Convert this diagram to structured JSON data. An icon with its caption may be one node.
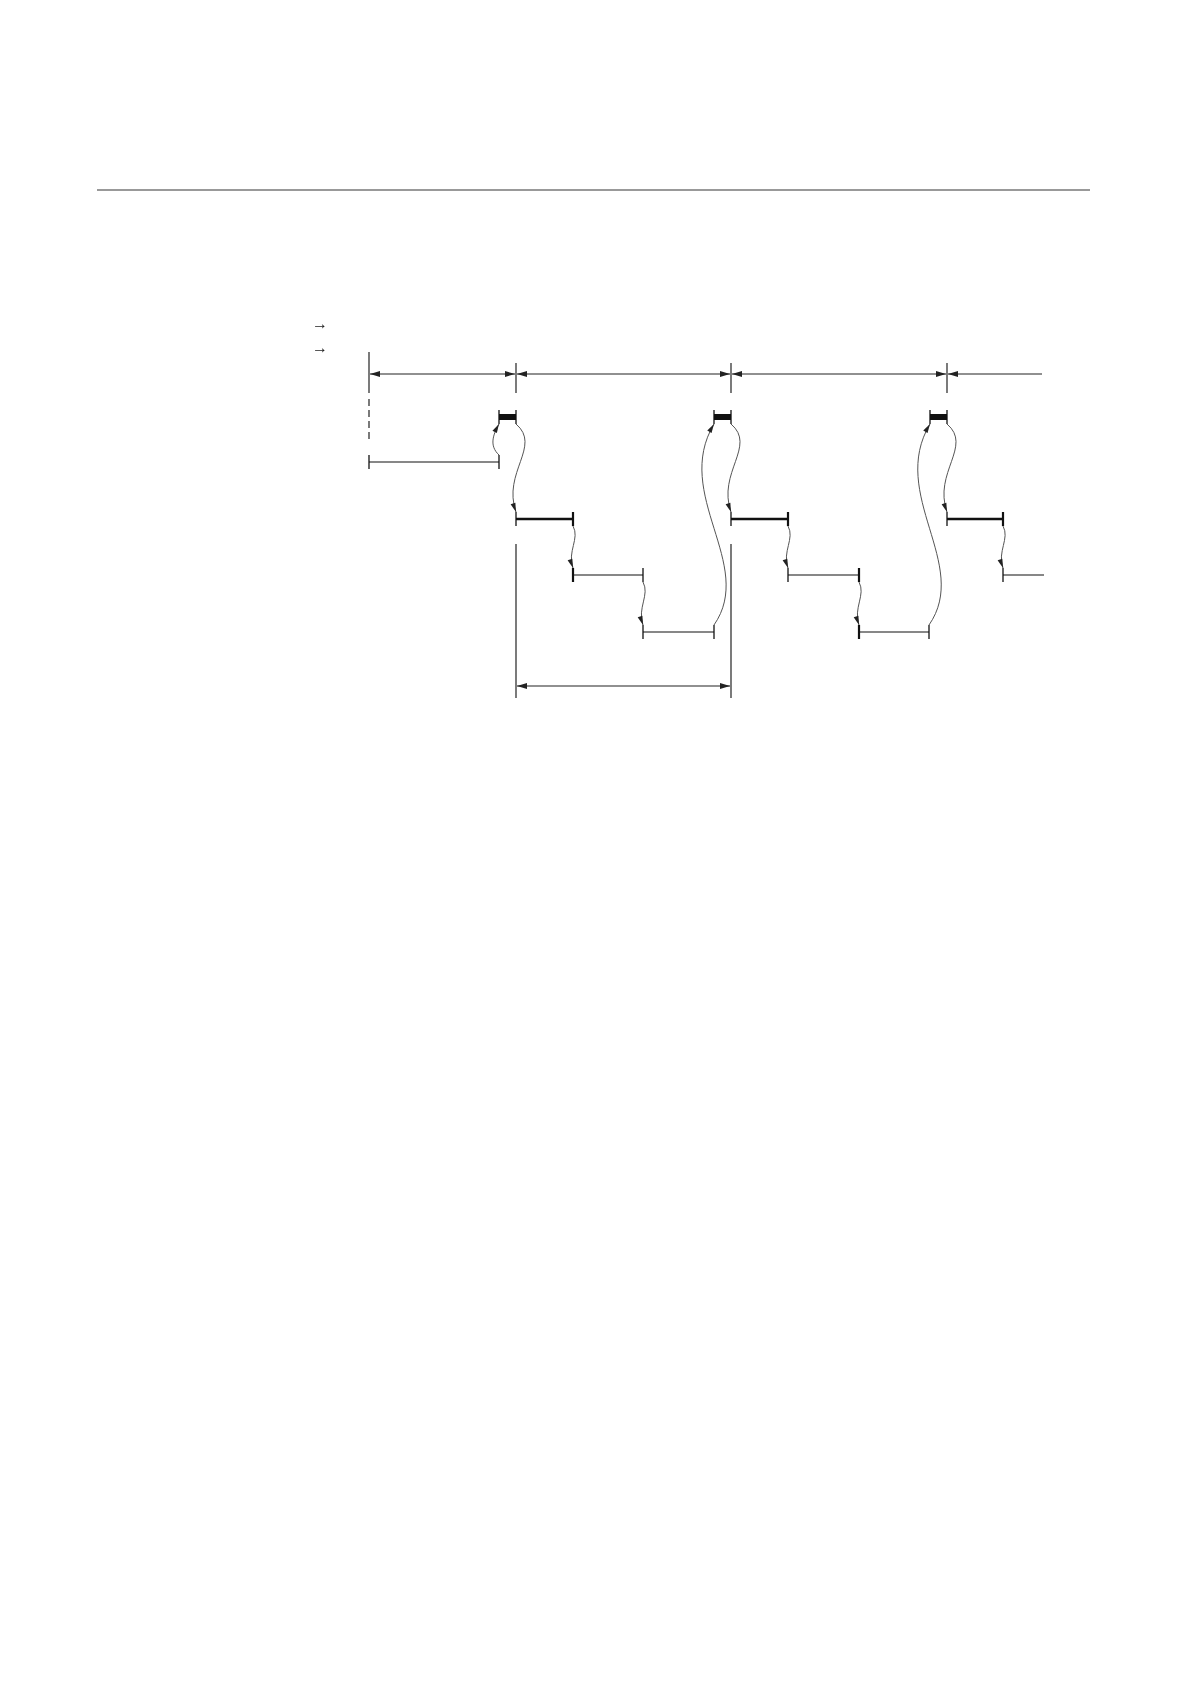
{
  "diagram": {
    "nodes": [
      {
        "text": [],
        "shape": "bar"
      },
      {
        "text": [],
        "shape": "bar"
      },
      {
        "text": [],
        "shape": "bar"
      },
      {
        "text": [],
        "shape": "bar"
      },
      {
        "text": [],
        "shape": "bar"
      },
      {
        "text": [],
        "shape": "bar"
      },
      {
        "text": [],
        "shape": "bar"
      },
      {
        "text": [],
        "shape": "bar"
      },
      {
        "text": [],
        "shape": "bar"
      },
      {
        "text": [],
        "shape": "bar"
      },
      {
        "text": [],
        "shape": "bar"
      },
      {
        "text": [],
        "shape": "bar"
      }
    ],
    "edges": [
      {
        "from": 3,
        "to": 0,
        "arrow": "to"
      },
      {
        "from": 0,
        "to": 4,
        "arrow": "to"
      },
      {
        "from": 4,
        "to": 7,
        "arrow": "to"
      },
      {
        "from": 7,
        "to": 10,
        "arrow": "to"
      },
      {
        "from": 10,
        "to": 1,
        "arrow": "to"
      },
      {
        "from": 1,
        "to": 5,
        "arrow": "to"
      },
      {
        "from": 5,
        "to": 8,
        "arrow": "to"
      },
      {
        "from": 8,
        "to": 11,
        "arrow": "to"
      },
      {
        "from": 11,
        "to": 2,
        "arrow": "to"
      },
      {
        "from": 2,
        "to": 6,
        "arrow": "to"
      },
      {
        "from": 6,
        "to": 9,
        "arrow": "to"
      }
    ],
    "labels": [
      "→",
      "→"
    ]
  }
}
